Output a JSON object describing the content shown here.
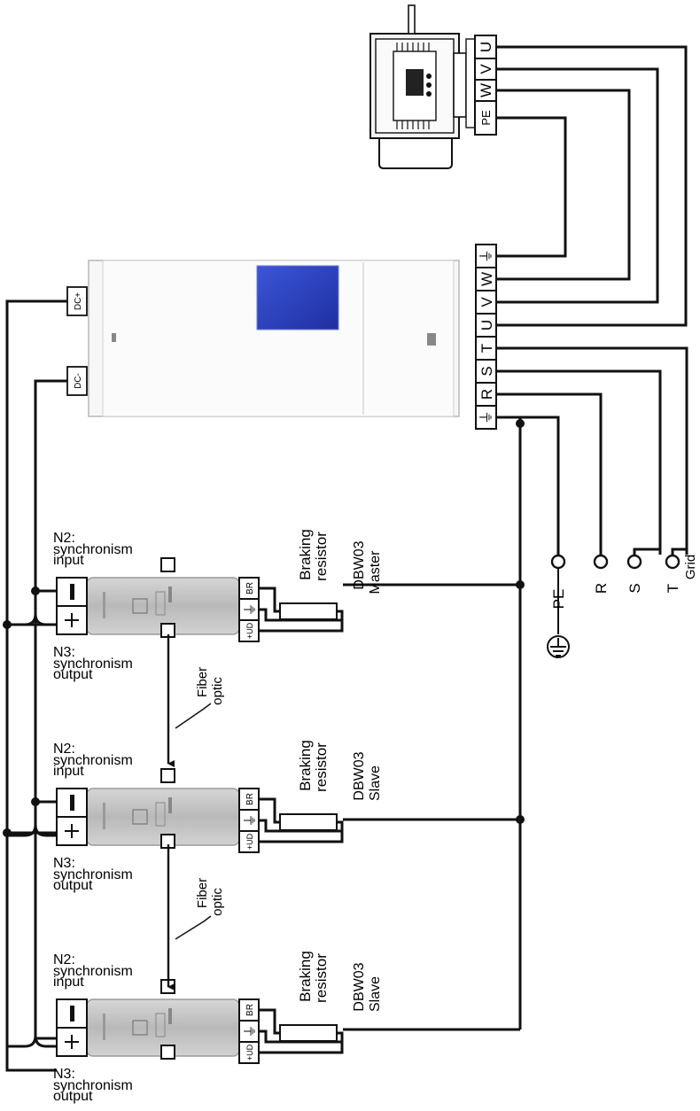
{
  "motor": {
    "terminals": [
      "PE",
      "W",
      "V",
      "U"
    ]
  },
  "drive": {
    "dc_terminals": [
      "DC+",
      "DC-"
    ],
    "terminals": [
      "⏚",
      "R",
      "S",
      "T",
      "U",
      "V",
      "W",
      "⏚"
    ]
  },
  "grid": {
    "points": [
      "PE",
      "R",
      "S",
      "T"
    ],
    "label": "Grid"
  },
  "modules": [
    {
      "n2": [
        "N2:",
        "synchronism",
        "input"
      ],
      "n3": [
        "N3:",
        "synchronism",
        "output"
      ],
      "resistor": [
        "Braking",
        "resistor"
      ],
      "model": [
        "DBW03",
        "Master"
      ],
      "terminals": [
        "BR",
        "⏚",
        "+UD"
      ],
      "bus": [
        "–",
        "+"
      ]
    },
    {
      "n2": [
        "N2:",
        "synchronism",
        "input"
      ],
      "n3": [
        "N3:",
        "synchronism",
        "output"
      ],
      "resistor": [
        "Braking",
        "resistor"
      ],
      "model": [
        "DBW03",
        "Slave"
      ],
      "terminals": [
        "BR",
        "⏚",
        "+UD"
      ],
      "bus": [
        "–",
        "+"
      ]
    },
    {
      "n2": [
        "N2:",
        "synchronism",
        "input"
      ],
      "n3": [
        "N3:",
        "synchronism",
        "output"
      ],
      "resistor": [
        "Braking",
        "resistor"
      ],
      "model": [
        "DBW03",
        "Slave"
      ],
      "terminals": [
        "BR",
        "⏚",
        "+UD"
      ],
      "bus": [
        "–",
        "+"
      ]
    }
  ],
  "fiber": [
    [
      "Fiber",
      "optic"
    ],
    [
      "Fiber",
      "optic"
    ]
  ]
}
